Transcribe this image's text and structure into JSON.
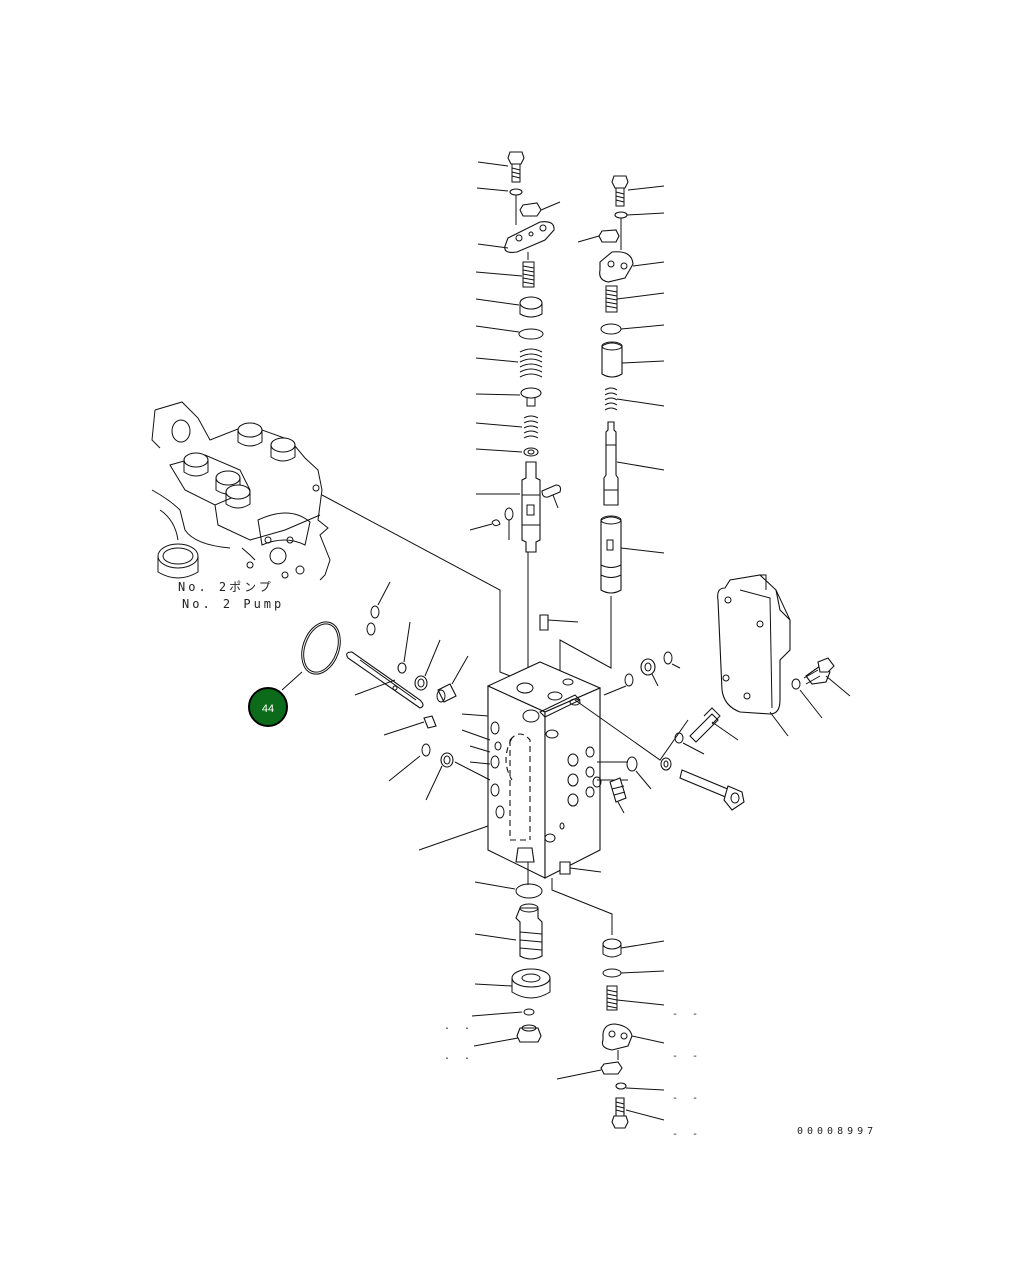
{
  "pump_label_jp": "No. 2ポンプ",
  "pump_label_en": "No. 2 Pump",
  "callout": {
    "number": "44",
    "color": "#0b6b1a"
  },
  "drawing_number": "00008997",
  "tail_marks": [
    "- -",
    "- -",
    "- -",
    "- -",
    ". .",
    ". ."
  ]
}
